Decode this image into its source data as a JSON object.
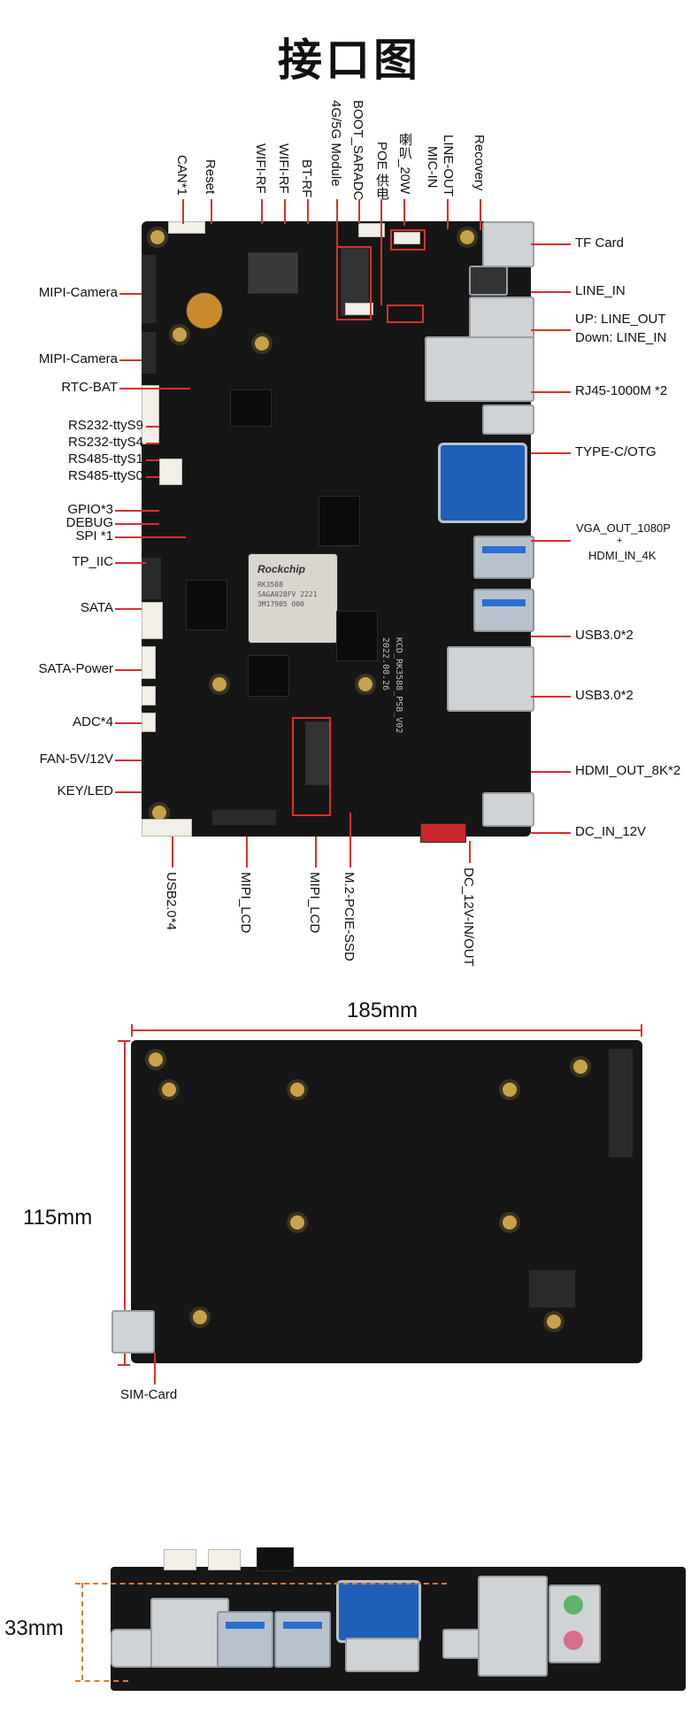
{
  "title": "接口图",
  "left_labels": [
    "MIPI-Camera",
    "MIPI-Camera",
    "RTC-BAT",
    "RS232-ttyS9",
    "RS232-ttyS4",
    "RS485-ttyS1",
    "RS485-ttyS0",
    "GPIO*3",
    "DEBUG",
    "SPI *1",
    "TP_IIC",
    "SATA",
    "SATA-Power",
    "ADC*4",
    "FAN-5V/12V",
    "KEY/LED"
  ],
  "right_labels": [
    "TF Card",
    "LINE_IN",
    "UP: LINE_OUT",
    "Down: LINE_IN",
    "RJ45-1000M *2",
    "TYPE-C/OTG",
    "VGA_OUT_1080P",
    "+",
    "HDMI_IN_4K",
    "USB3.0*2",
    "USB3.0*2",
    "HDMI_OUT_8K*2",
    "DC_IN_12V"
  ],
  "top_labels": [
    "CAN*1",
    "Reset",
    "WIFI-RF",
    "WIFI-RF",
    "BT-RF",
    "4G/5G Module",
    "BOOT_SARADC",
    "POE 供电",
    "喇叭_20W",
    "LINE-OUT",
    "MIC-IN",
    "Recovery"
  ],
  "bottom_labels": [
    "USB2.0*4",
    "MIPI_LCD",
    "MIPI_LCD",
    "M.2-PCIE-SSD",
    "DC_12V-IN/OUT"
  ],
  "chip": {
    "brand": "Rockchip",
    "model": "RK3588",
    "line1": "SAGA028FV 2221",
    "line2": "3M17905 000"
  },
  "board_text": {
    "silk": "KCD_RK3588_PSB_V02",
    "date": "2022.08.26"
  },
  "dims": {
    "width": "185mm",
    "height": "115mm",
    "thickness": "33mm",
    "sim": "SIM-Card"
  }
}
